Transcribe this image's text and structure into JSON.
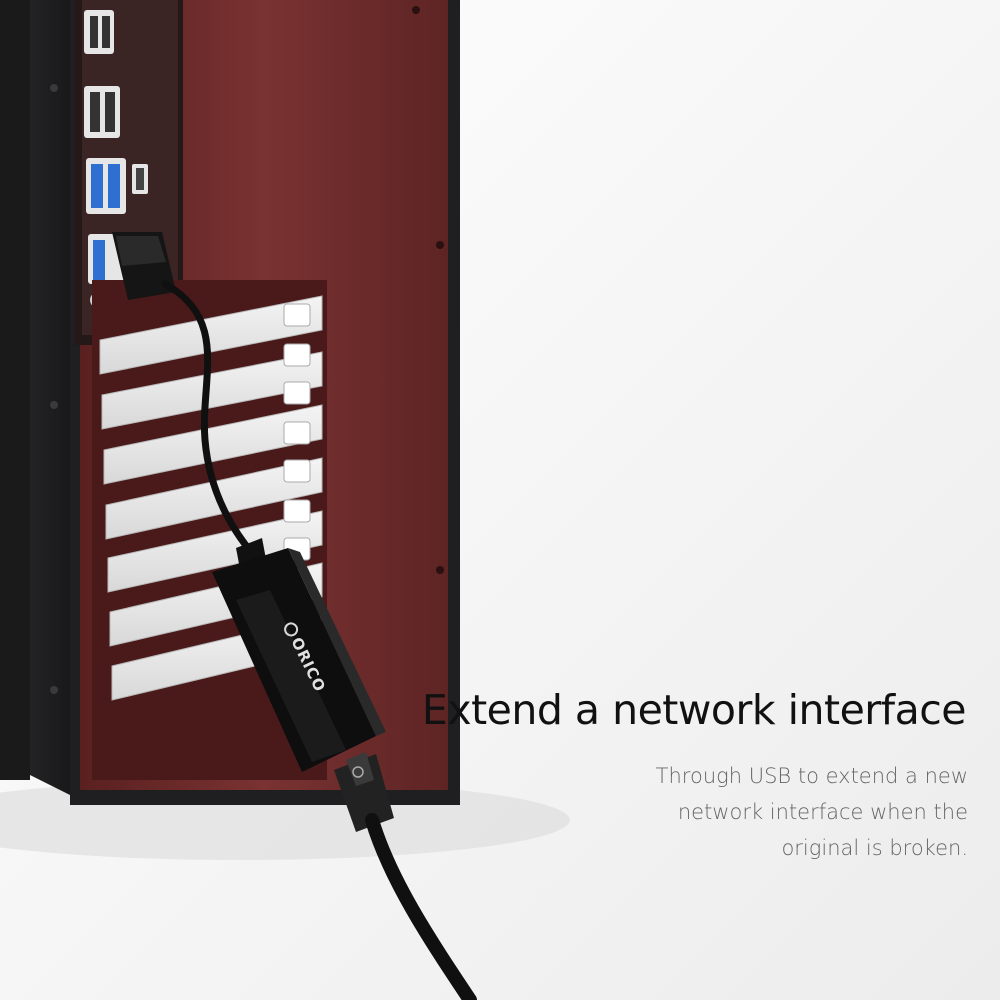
{
  "image": {
    "description_labels": {
      "brand_logo_text": "ORICO"
    }
  },
  "copy": {
    "headline": "Extend a network interface",
    "body_lines": [
      "Through USB to extend a new",
      "network interface when the",
      "original is broken."
    ]
  },
  "colors": {
    "background": "#f3f3f3",
    "case_black": "#1c1c1e",
    "panel_maroon": "#6e2a2a",
    "slot_white": "#e9e9e9",
    "cable_black": "#101010",
    "usb_blue": "#2f6fd1",
    "audio_pink": "#d0529a",
    "audio_green": "#4fa84b",
    "audio_blue": "#3a79c9",
    "headline_text": "#111111",
    "body_text": "#666666"
  }
}
